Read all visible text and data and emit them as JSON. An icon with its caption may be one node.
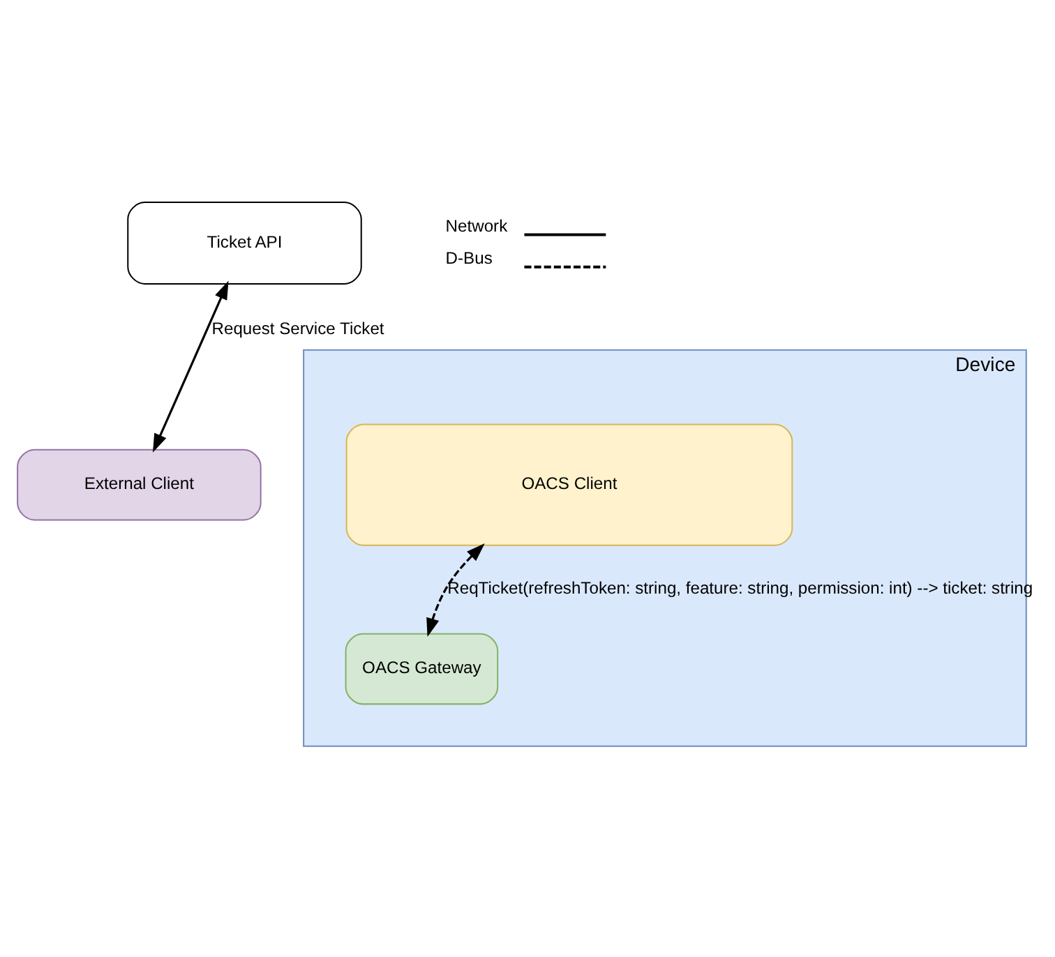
{
  "diagram": {
    "nodes": [
      {
        "text": [
          "External Client"
        ]
      },
      {
        "text": [
          "Device"
        ]
      },
      {
        "text": [
          "Ticket API"
        ]
      },
      {
        "text": [
          "OACS Client"
        ],
        "in": 1
      },
      {
        "text": [
          "OACS Gateway"
        ],
        "in": 1
      }
    ],
    "edges": [
      {
        "from": 2,
        "to": 0,
        "arrow": "both",
        "label": "Request Service Ticket"
      },
      {
        "from": 3,
        "to": 4,
        "arrow": "both",
        "style": "dashed",
        "label": "ReqTicket(refreshToken: string, feature: string, permission: int) --> ticket: string"
      }
    ],
    "legend": [
      {
        "text": "Network"
      },
      {
        "text": "D-Bus"
      }
    ]
  }
}
